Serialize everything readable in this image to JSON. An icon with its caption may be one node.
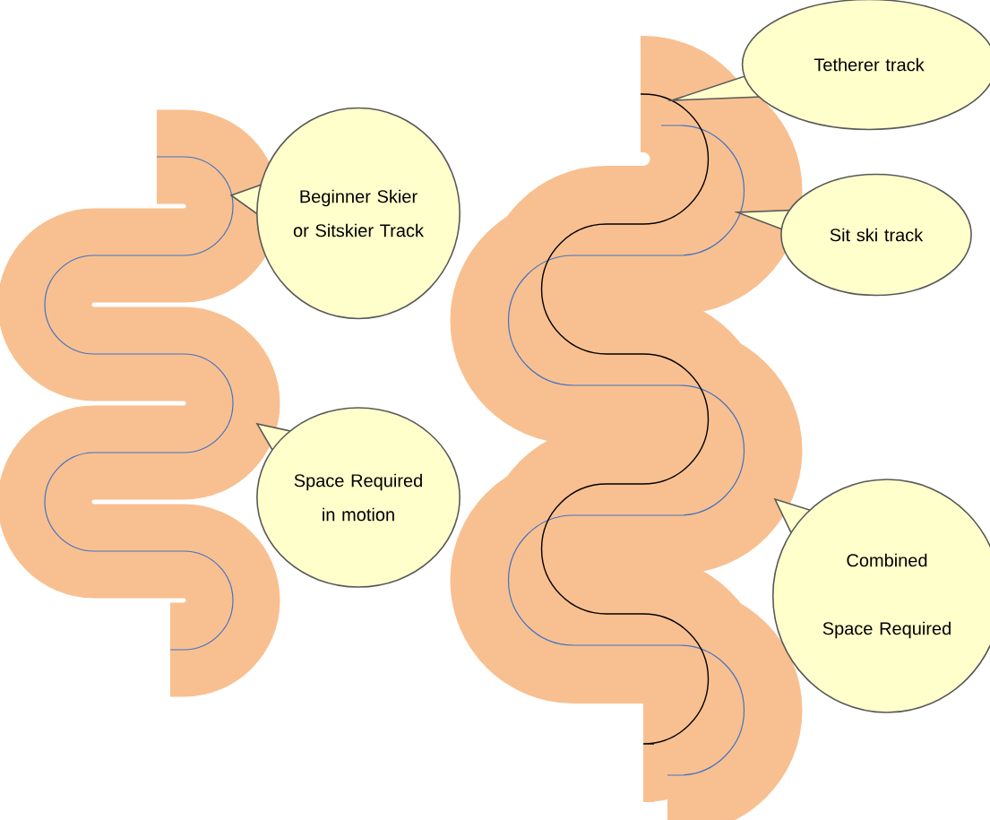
{
  "diagram": {
    "nodes": [
      {
        "text": [
          "Tetherer track"
        ]
      },
      {
        "text": [
          "Beginner Skier or Sitskier Track"
        ]
      },
      {
        "text": [
          "Sit ski track"
        ]
      },
      {
        "text": [
          "Space Required in motion"
        ]
      },
      {
        "text": [
          "Combined",
          "Space Required"
        ]
      }
    ],
    "edges": []
  }
}
